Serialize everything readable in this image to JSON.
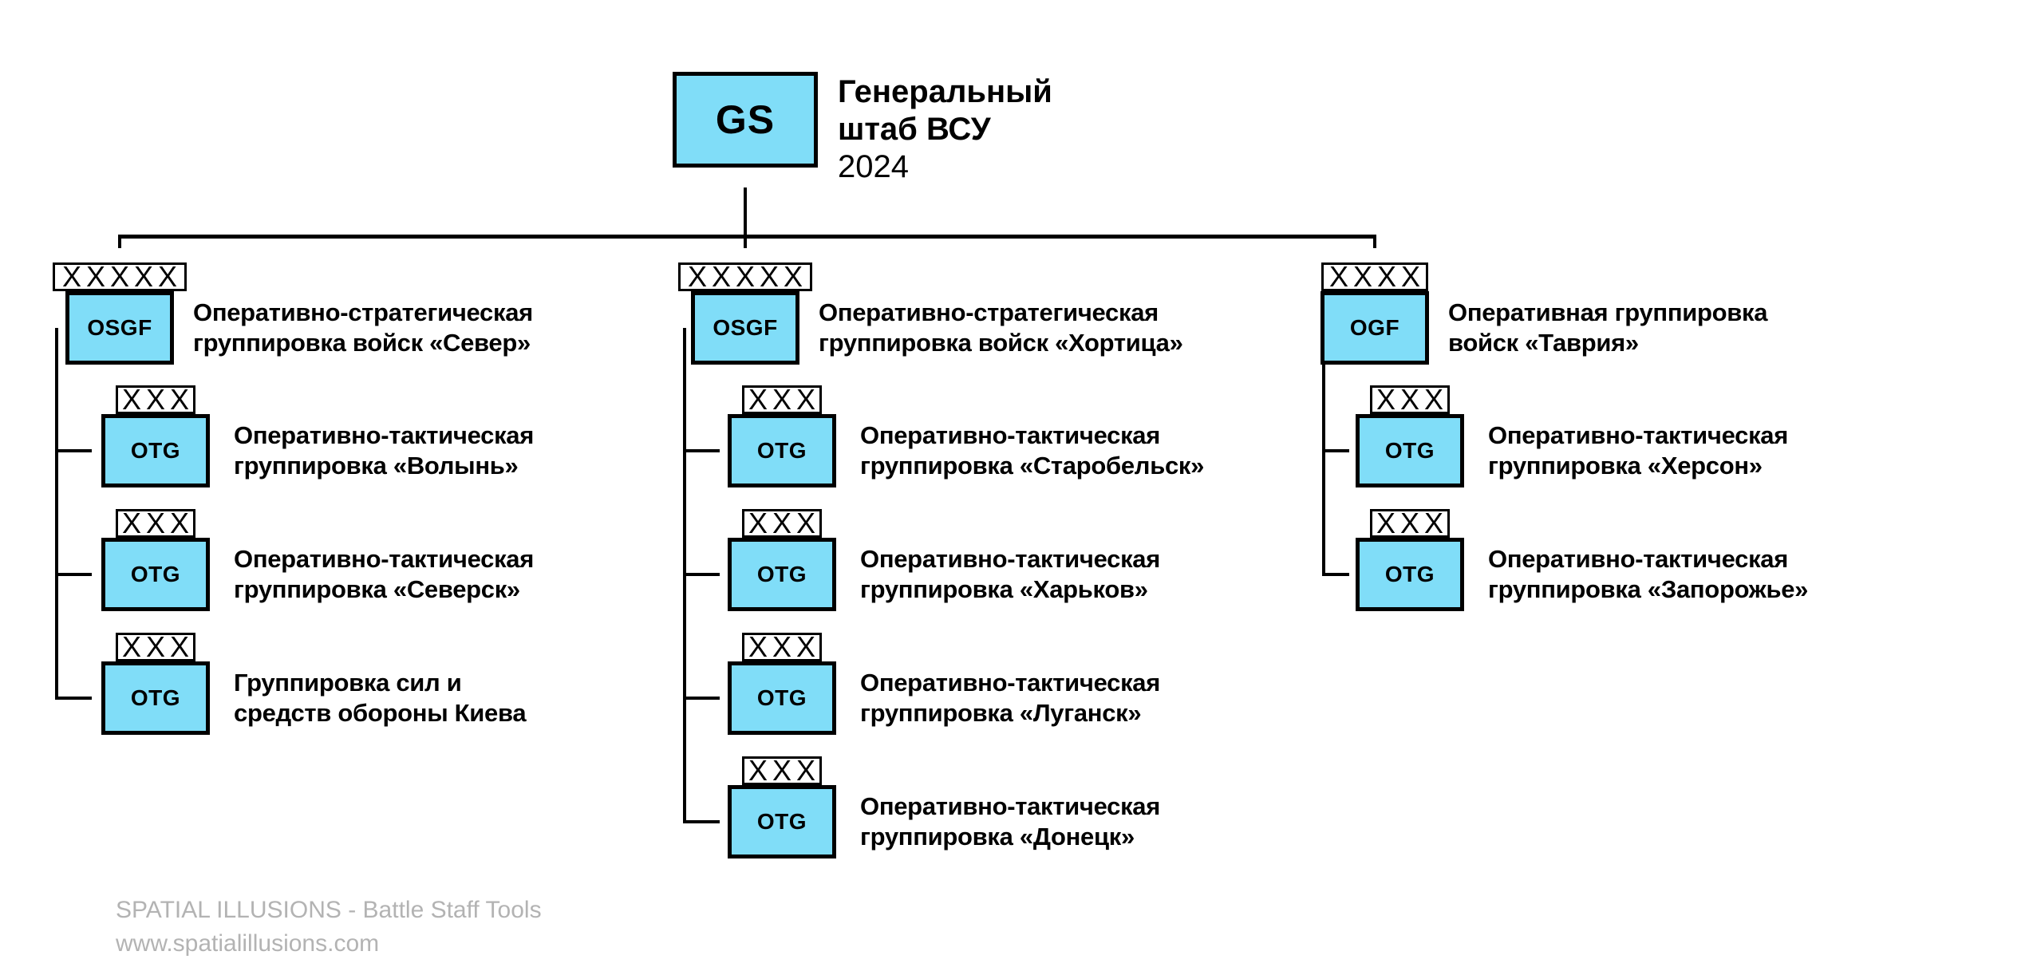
{
  "colors": {
    "unit_fill": "#80DDF8",
    "line": "#000000",
    "watermark_text": "#b3b3b3"
  },
  "root": {
    "symbol": "GS",
    "title_line1": "Генеральный",
    "title_line2": "штаб ВСУ",
    "title_line3": "2024"
  },
  "branches": [
    {
      "symbol": "OSGF",
      "echelon": "XXXXX",
      "label1": "Оперативно-стратегическая",
      "label2": "группировка войск «Север»",
      "children": [
        {
          "symbol": "OTG",
          "echelon": "XXX",
          "label1": "Оперативно-тактическая",
          "label2": "группировка «Волынь»"
        },
        {
          "symbol": "OTG",
          "echelon": "XXX",
          "label1": "Оперативно-тактическая",
          "label2": "группировка «Северск»"
        },
        {
          "symbol": "OTG",
          "echelon": "XXX",
          "label1": "Группировка сил и",
          "label2": "средств обороны Киева"
        }
      ]
    },
    {
      "symbol": "OSGF",
      "echelon": "XXXXX",
      "label1": "Оперативно-стратегическая",
      "label2": "группировка войск «Хортица»",
      "children": [
        {
          "symbol": "OTG",
          "echelon": "XXX",
          "label1": "Оперативно-тактическая",
          "label2": "группировка «Старобельск»"
        },
        {
          "symbol": "OTG",
          "echelon": "XXX",
          "label1": "Оперативно-тактическая",
          "label2": "группировка «Харьков»"
        },
        {
          "symbol": "OTG",
          "echelon": "XXX",
          "label1": "Оперативно-тактическая",
          "label2": "группировка «Луганск»"
        },
        {
          "symbol": "OTG",
          "echelon": "XXX",
          "label1": "Оперативно-тактическая",
          "label2": "группировка «Донецк»"
        }
      ]
    },
    {
      "symbol": "OGF",
      "echelon": "XXXX",
      "label1": "Оперативная группировка",
      "label2": "войск «Таврия»",
      "children": [
        {
          "symbol": "OTG",
          "echelon": "XXX",
          "label1": "Оперативно-тактическая",
          "label2": "группировка «Херсон»"
        },
        {
          "symbol": "OTG",
          "echelon": "XXX",
          "label1": "Оперативно-тактическая",
          "label2": "группировка «Запорожье»"
        }
      ]
    }
  ],
  "footer": {
    "line1": "SPATIAL ILLUSIONS - Battle Staff Tools",
    "line2": "www.spatialillusions.com"
  }
}
